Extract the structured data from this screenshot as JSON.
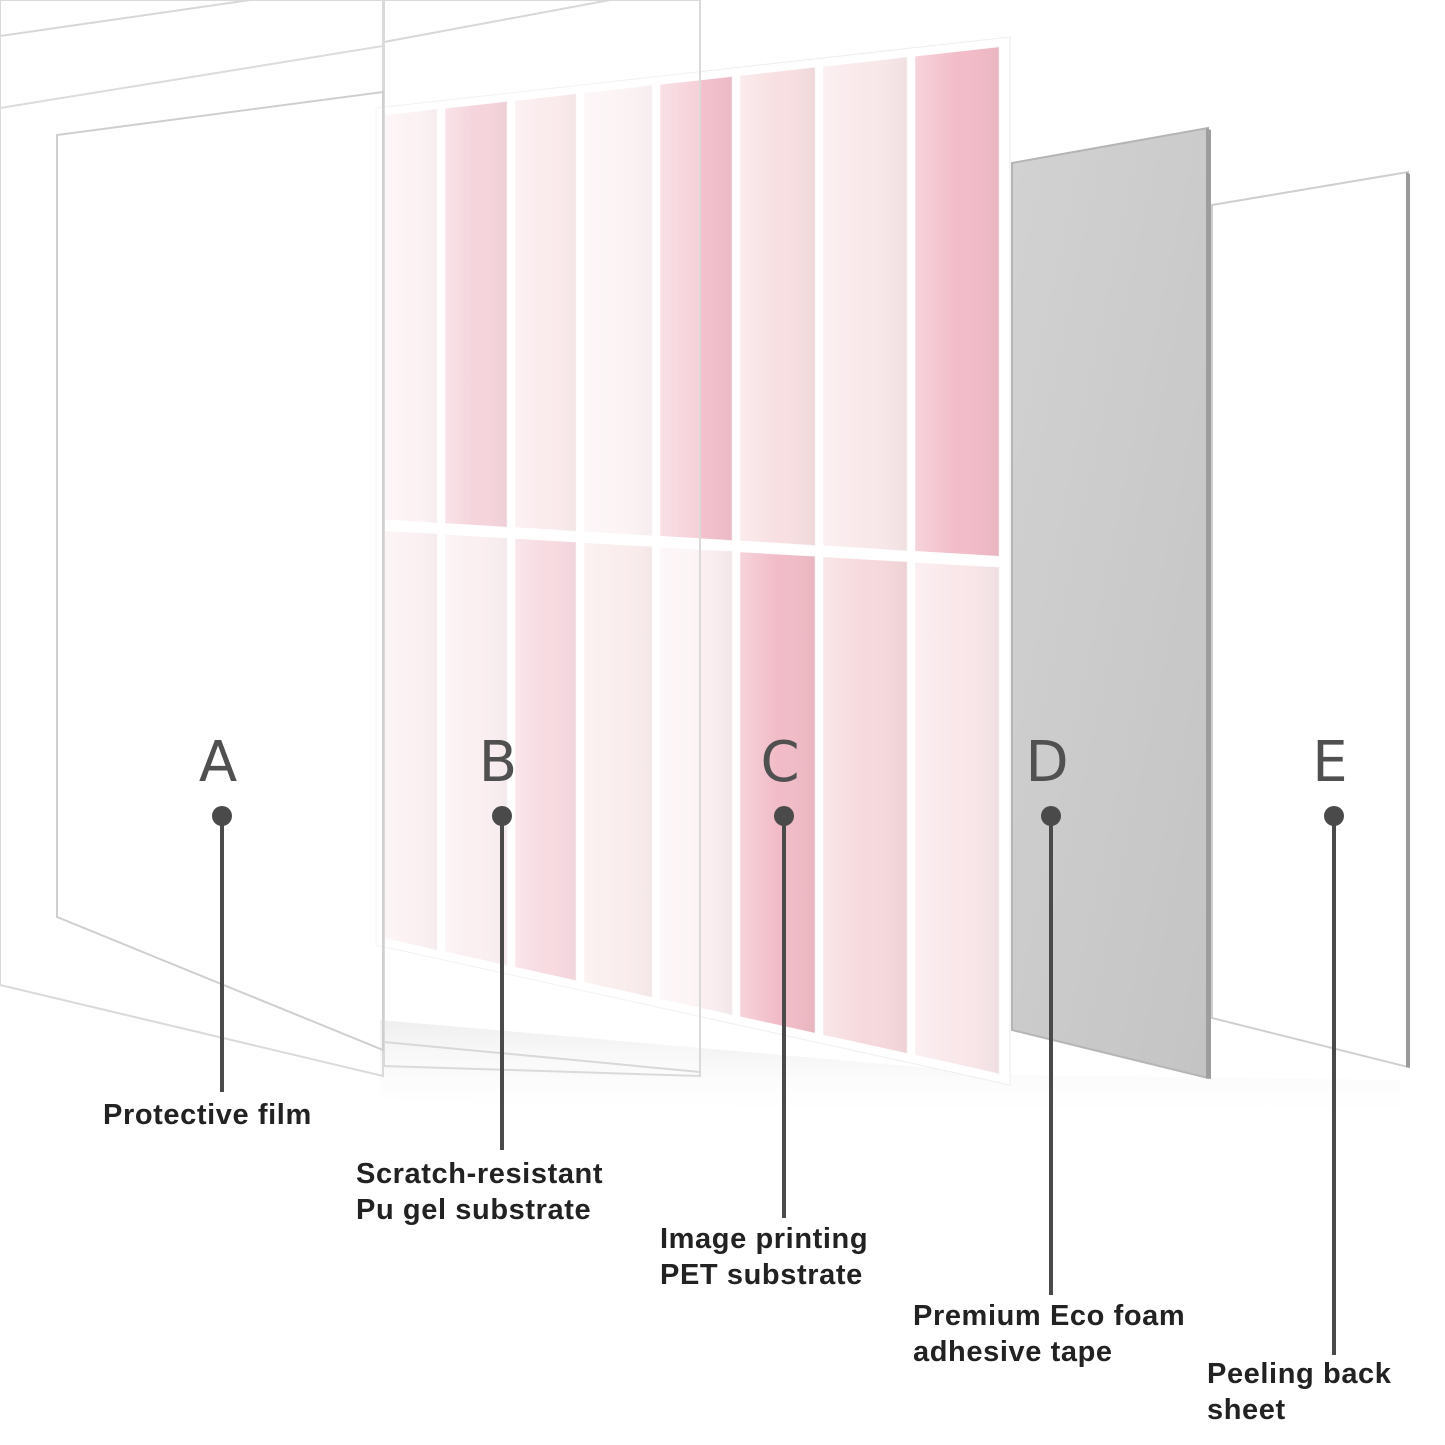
{
  "colors": {
    "background": "#ffffff",
    "film_edge": "#d5d5d5",
    "tile_grout": "#ffffff",
    "foam_tape": "#c9c9c9",
    "foam_tape_edge": "#b5b5b5",
    "backing_sheet": "#ffffff",
    "pin": "#4a4a4a",
    "letter": "#505050",
    "label_text": "#222222"
  },
  "tile_colors": {
    "top_row": [
      "#fbeef0",
      "#f2c4cf",
      "#f9e3e6",
      "#fbeff1",
      "#f3c0cc",
      "#f8e0e2",
      "#f9e8ea",
      "#f2bcc8"
    ],
    "bottom_row": [
      "#faecee",
      "#f9e9ec",
      "#f5ccd6",
      "#f9e6e6",
      "#fbeff1",
      "#f1bcc7",
      "#f6d9dc",
      "#f9e7ea"
    ]
  },
  "layers": [
    {
      "id": "A",
      "letter": "A",
      "description": [
        "Protective film"
      ],
      "icon": "transparent-film"
    },
    {
      "id": "B",
      "letter": "B",
      "description": [
        "Scratch-resistant",
        "Pu gel substrate"
      ],
      "icon": "transparent-film"
    },
    {
      "id": "C",
      "letter": "C",
      "description": [
        "Image printing",
        "PET substrate"
      ],
      "icon": "pink-tile-print"
    },
    {
      "id": "D",
      "letter": "D",
      "description": [
        "Premium Eco foam",
        "adhesive tape"
      ],
      "icon": "grey-foam-sheet"
    },
    {
      "id": "E",
      "letter": "E",
      "description": [
        "Peeling back",
        "sheet"
      ],
      "icon": "white-backing-sheet"
    }
  ]
}
